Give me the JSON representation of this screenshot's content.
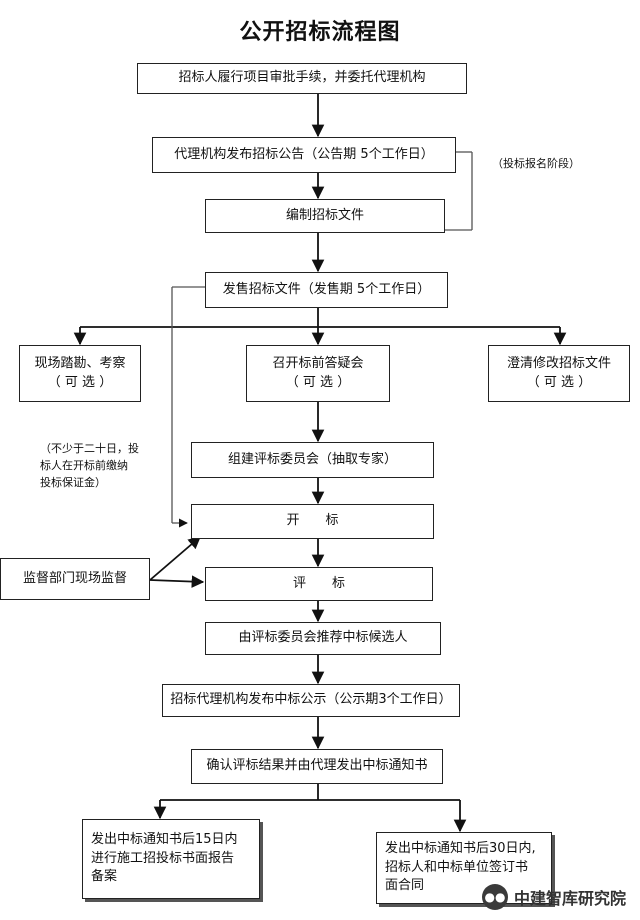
{
  "title": "公开招标流程图",
  "steps": {
    "s1": "招标人履行项目审批手续，并委托代理机构",
    "s2": "代理机构发布招标公告（公告期 5个工作日）",
    "s3": "编制招标文件",
    "s4": "发售招标文件（发售期 5个工作日）",
    "opt_site": "现场踏勘、考察",
    "opt_preq": "召开标前答疑会",
    "opt_clarify": "澄清修改招标文件",
    "optional": "（ 可 选 ）",
    "s5": "组建评标委员会（抽取专家）",
    "s6": "开　　标",
    "s7": "评　　标",
    "s8": "由评标委员会推荐中标候选人",
    "s9": "招标代理机构发布中标公示（公示期3个工作日）",
    "s10": "确认评标结果并由代理发出中标通知书",
    "s11_l1": "发出中标通知书后15日内",
    "s11_l2": "进行施工招投标书面报告",
    "s11_l3": "备案",
    "s12_l1": "发出中标通知书后30日内,",
    "s12_l2": "招标人和中标单位签订书",
    "s12_l3": "面合同"
  },
  "notes": {
    "bid_stage": "（投标报名阶段）",
    "deposit_l1": "（不少于二十日，投",
    "deposit_l2": "标人在开标前缴纳",
    "deposit_l3": "投标保证金）",
    "supervision": "监督部门现场监督"
  },
  "watermark": {
    "icon": "wechat-icon",
    "text": "中建智库研究院"
  }
}
